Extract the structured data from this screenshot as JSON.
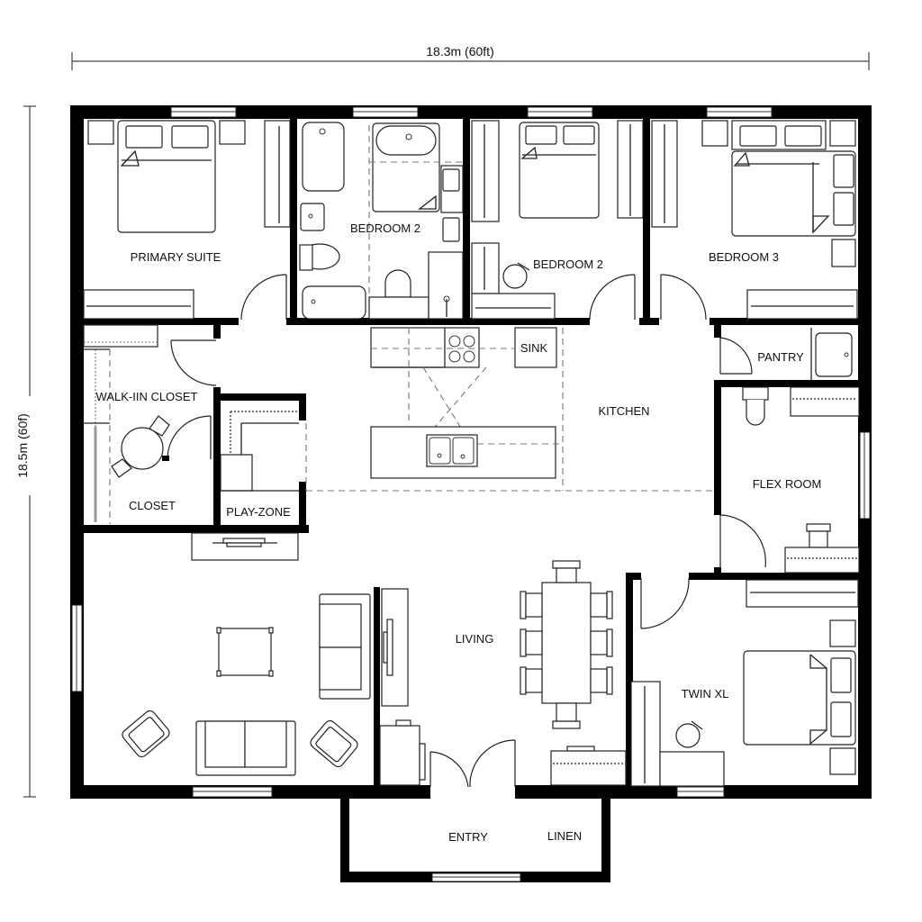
{
  "dimensions": {
    "width_label": "18.3m (60ft)",
    "height_label": "18.5m (60f)"
  },
  "rooms": {
    "primary_suite": "PRIMARY SUITE",
    "bedroom_2_bath": "BEDROOM 2",
    "bedroom_2": "BEDROOM 2",
    "bedroom_3": "BEDROOM 3",
    "walk_in_closet": "WALK-IIN CLOSET",
    "closet": "CLOSET",
    "play_zone": "PLAY-ZONE",
    "sink": "SINK",
    "kitchen": "KITCHEN",
    "pantry": "PANTRY",
    "flex_room": "FLEX ROOM",
    "living": "LIVING",
    "twin_xl": "TWIN XL",
    "entry": "ENTRY",
    "linen": "LINEN"
  },
  "colors": {
    "wall": "#000000",
    "line": "#222222",
    "background": "#ffffff"
  }
}
